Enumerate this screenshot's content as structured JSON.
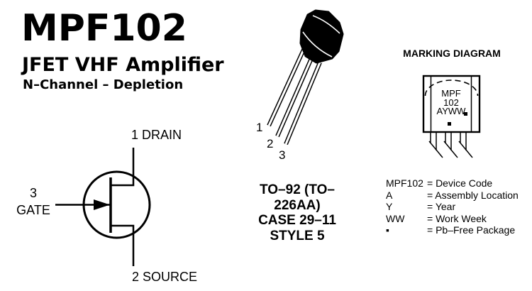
{
  "title": {
    "part_number": "MPF102",
    "subtitle": "JFET VHF Amplifier",
    "channel_type": "N–Channel – Depletion"
  },
  "schematic": {
    "drain_label": "1 DRAIN",
    "gate_number": "3",
    "gate_label": "GATE",
    "source_label": "2 SOURCE"
  },
  "package": {
    "pin1": "1",
    "pin2": "2",
    "pin3": "3",
    "case_lines": [
      "TO–92 (TO–226AA)",
      "CASE 29–11",
      "STYLE 5"
    ]
  },
  "marking": {
    "heading": "MARKING DIAGRAM",
    "lines": [
      "MPF",
      "102",
      "AYWW"
    ],
    "dot_symbol": "▪",
    "legend": [
      {
        "key": "MPF102",
        "value": "= Device Code"
      },
      {
        "key": "A",
        "value": "= Assembly Location"
      },
      {
        "key": "Y",
        "value": "= Year"
      },
      {
        "key": "WW",
        "value": "= Work Week"
      },
      {
        "key": "▪",
        "value": "= Pb–Free Package"
      }
    ]
  },
  "colors": {
    "ink": "#000000",
    "background": "#ffffff"
  }
}
